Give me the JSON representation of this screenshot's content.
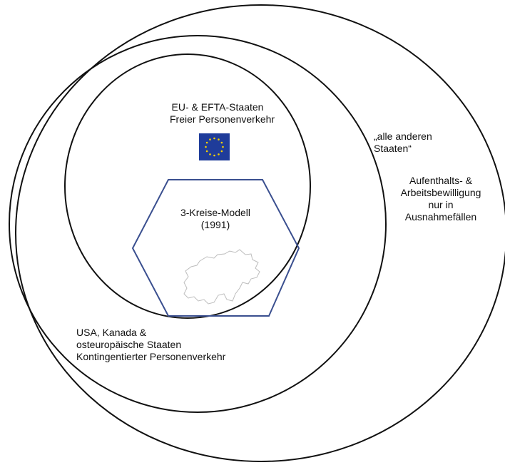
{
  "diagram": {
    "outer_circle": {
      "title_lines": [
        "„alle anderen",
        "Staaten“"
      ],
      "policy_lines": [
        "Aufenthalts- &",
        "Arbeitsbewilligung",
        "nur in",
        "Ausnahmefällen"
      ]
    },
    "middle_circle": {
      "lines": [
        "USA, Kanada &",
        "osteuropäische Staaten",
        "Kontingentierter Personenverkehr"
      ]
    },
    "inner_circle": {
      "lines": [
        "EU- & EFTA-Staaten",
        "Freier Personenverkehr"
      ],
      "flag_icon": "eu-flag-icon"
    },
    "hexagon": {
      "lines": [
        "3-Kreise-Modell",
        "(1991)"
      ],
      "map_icon": "switzerland-outline-icon"
    },
    "colors": {
      "circle_stroke": "#111111",
      "hexagon_stroke": "#3a4f8f",
      "flag_blue": "#1f3c9a",
      "flag_stars": "#f5d000",
      "map_outline": "#bdbdbd"
    }
  }
}
